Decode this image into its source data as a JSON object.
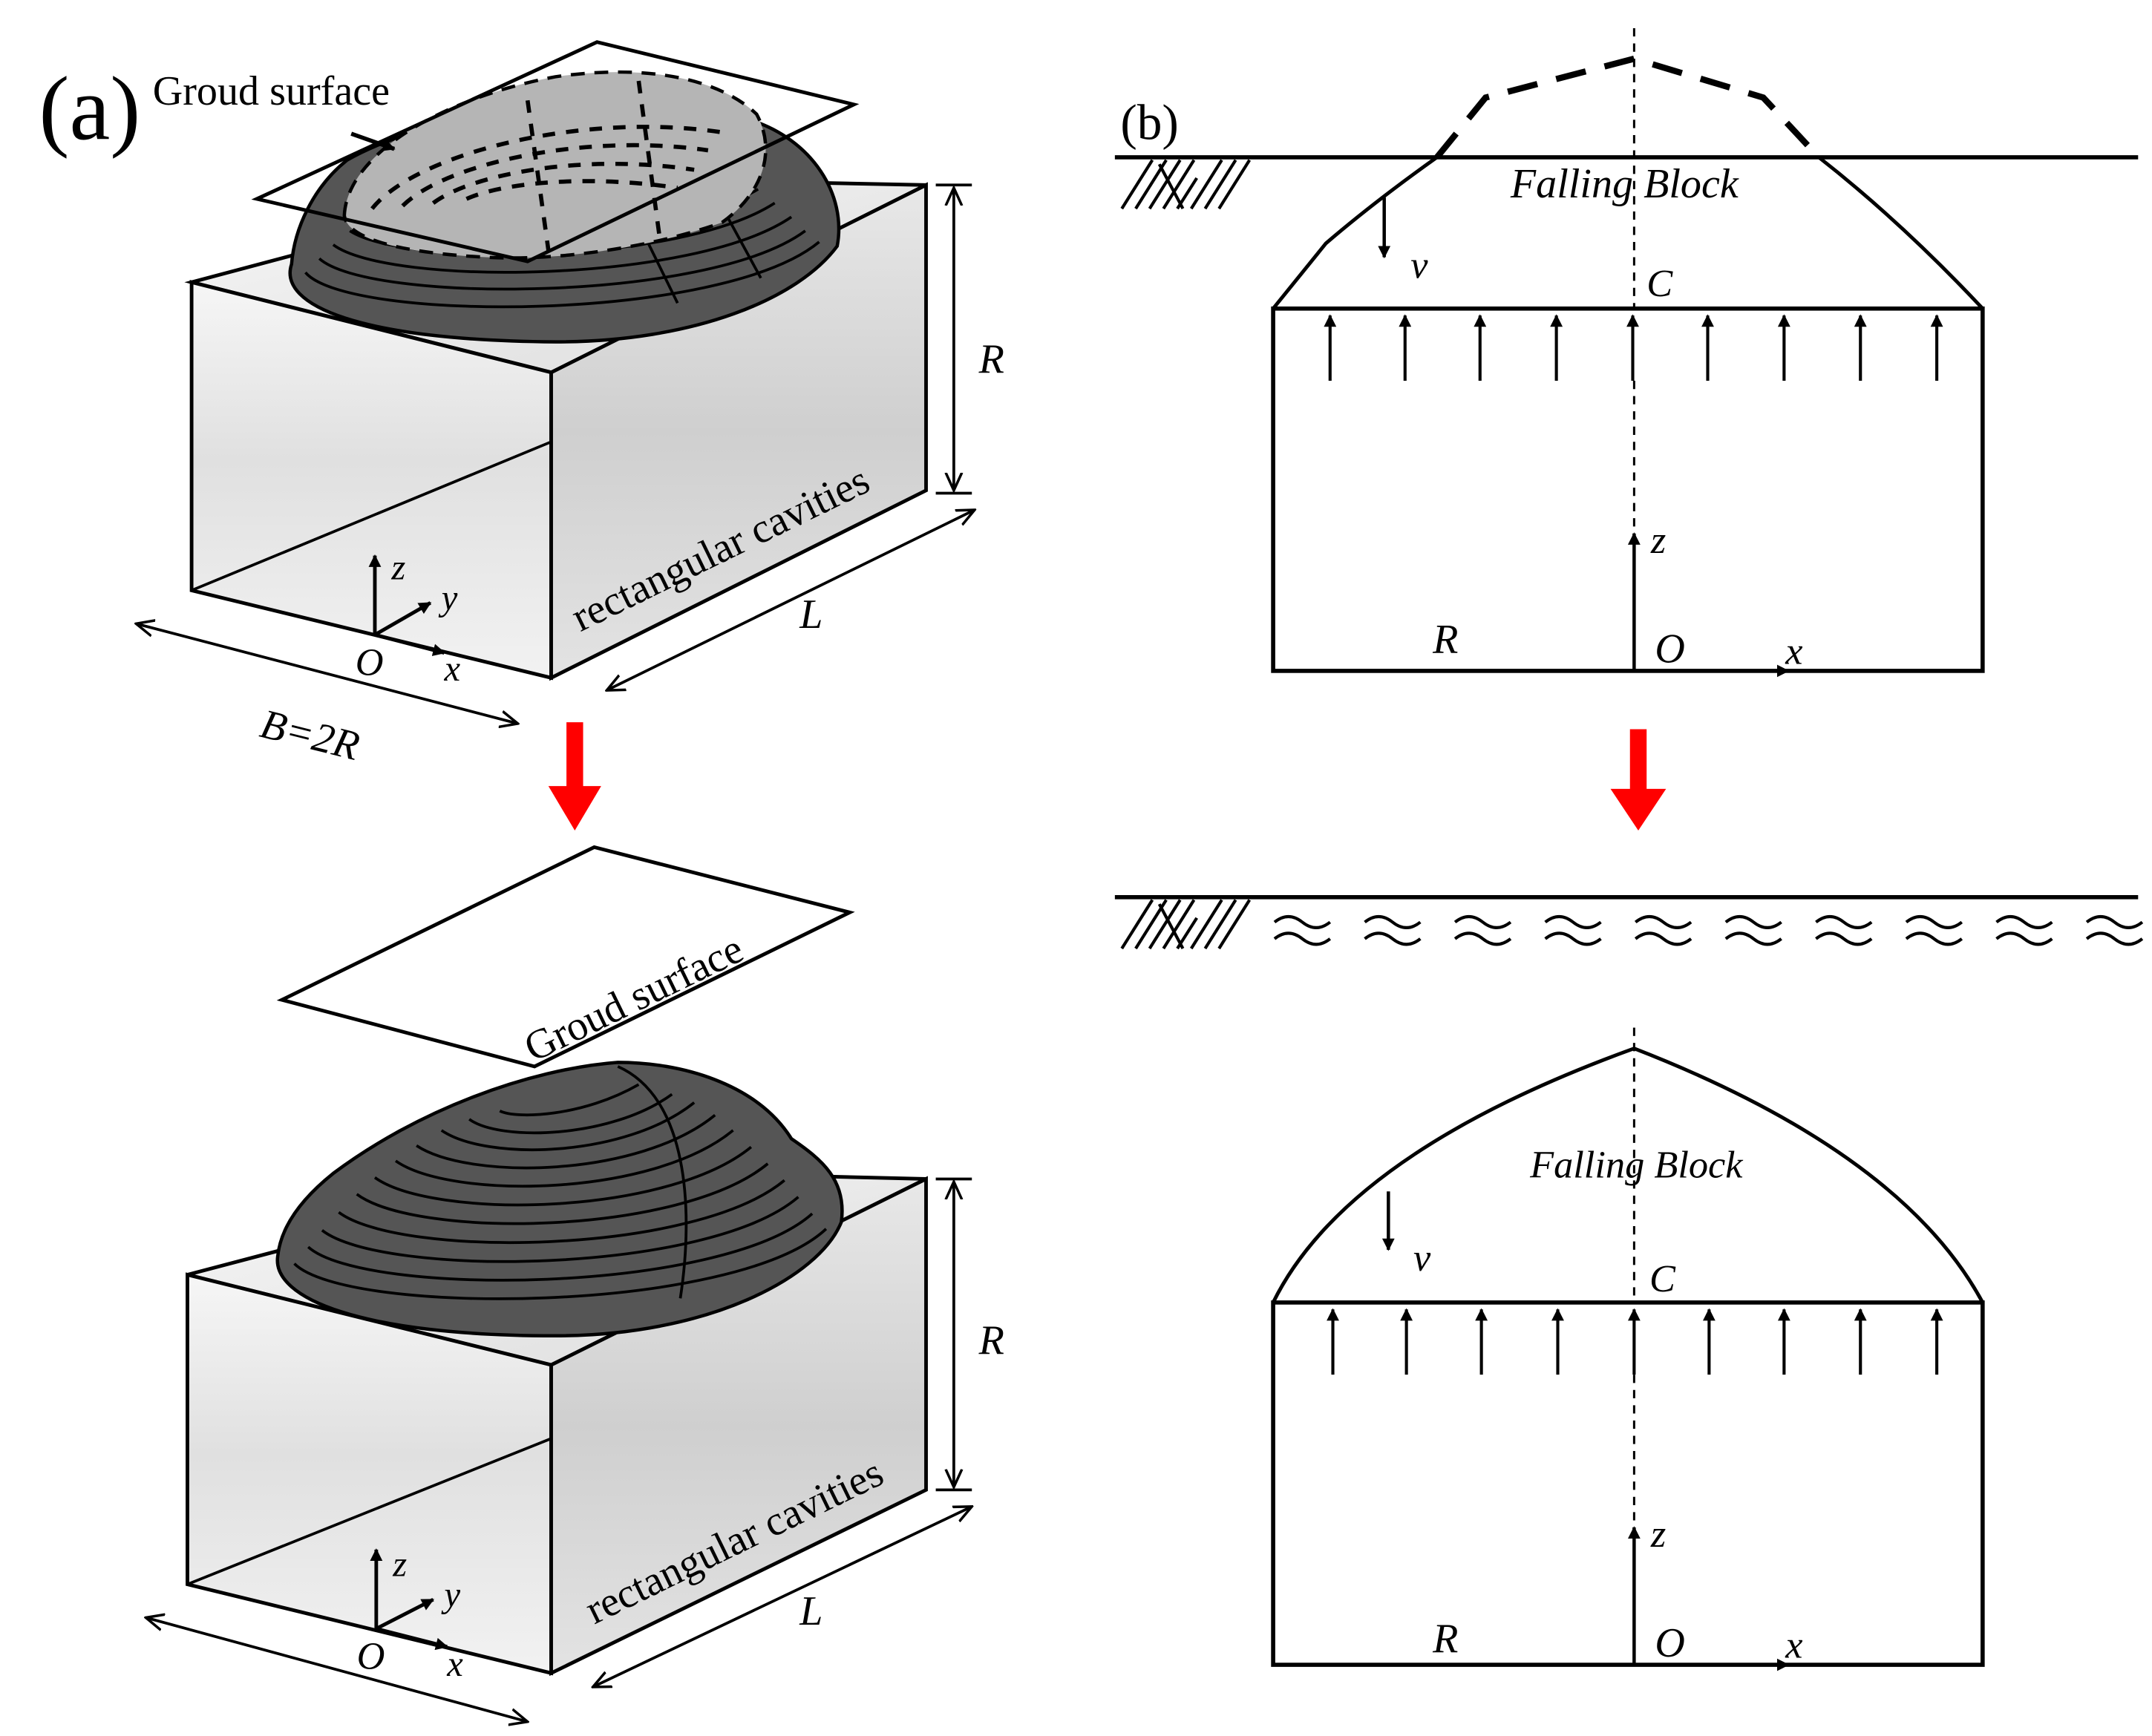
{
  "panels": {
    "a": "(a)",
    "b": "(b)"
  },
  "labels": {
    "ground_surface": "Groud surface",
    "cavity": "rectangular cavities",
    "radius": "R",
    "length": "L",
    "width": "B=2R",
    "falling_block": "Falling Block",
    "center": "C",
    "velocity": "v"
  },
  "axes": {
    "origin": "O",
    "x": "x",
    "y": "y",
    "z": "z"
  },
  "colors": {
    "arrow_red": "#ff0000",
    "block_dark": "#555555",
    "block_light": "#b5b5b5",
    "box_face": "#e6e6e6"
  }
}
